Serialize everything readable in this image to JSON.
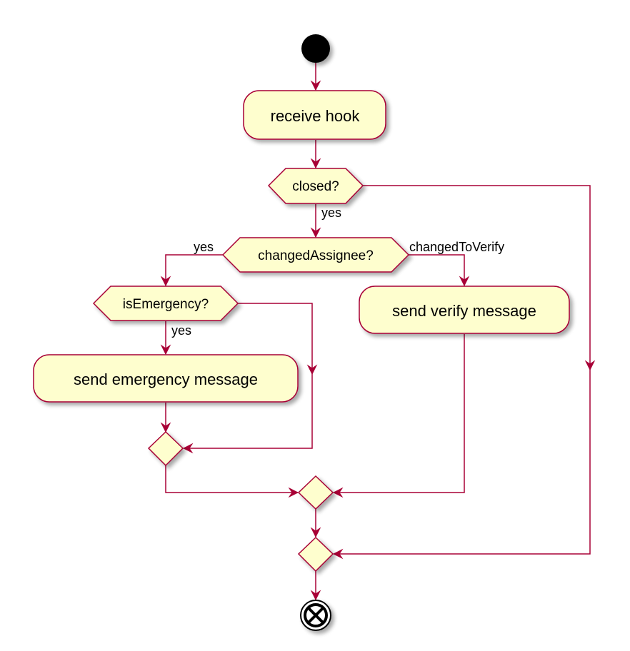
{
  "colors": {
    "node_fill": "#FEFECE",
    "node_border": "#A80036",
    "start_fill": "#000000"
  },
  "nodes": {
    "receive_hook": "receive hook",
    "closed": "closed?",
    "changed_assignee": "changedAssignee?",
    "is_emergency": "isEmergency?",
    "send_emergency": "send emergency message",
    "send_verify": "send verify message"
  },
  "edge_labels": {
    "closed_yes": "yes",
    "changed_assignee_yes": "yes",
    "changed_to_verify": "changedToVerify",
    "is_emergency_yes": "yes"
  }
}
